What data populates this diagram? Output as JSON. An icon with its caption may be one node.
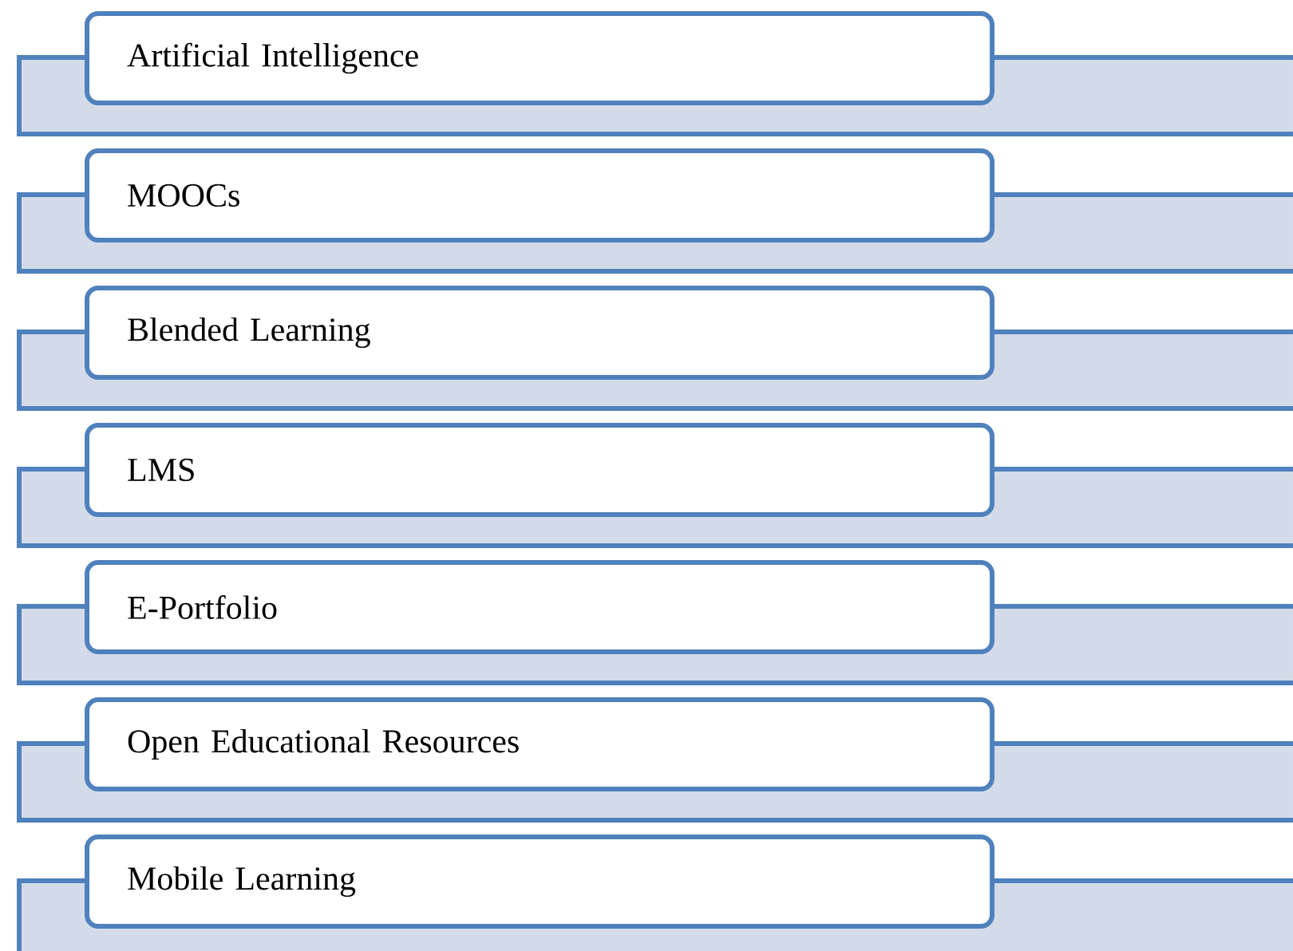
{
  "diagram": {
    "nodes": [
      {
        "text": [
          "Artificial Intelligence"
        ]
      },
      {
        "text": [
          "MOOCs"
        ]
      },
      {
        "text": [
          "Blended Learning"
        ]
      },
      {
        "text": [
          "LMS"
        ]
      },
      {
        "text": [
          "E-Portfolio"
        ]
      },
      {
        "text": [
          "Open Educational Resources"
        ]
      },
      {
        "text": [
          "Mobile Learning"
        ]
      }
    ]
  }
}
